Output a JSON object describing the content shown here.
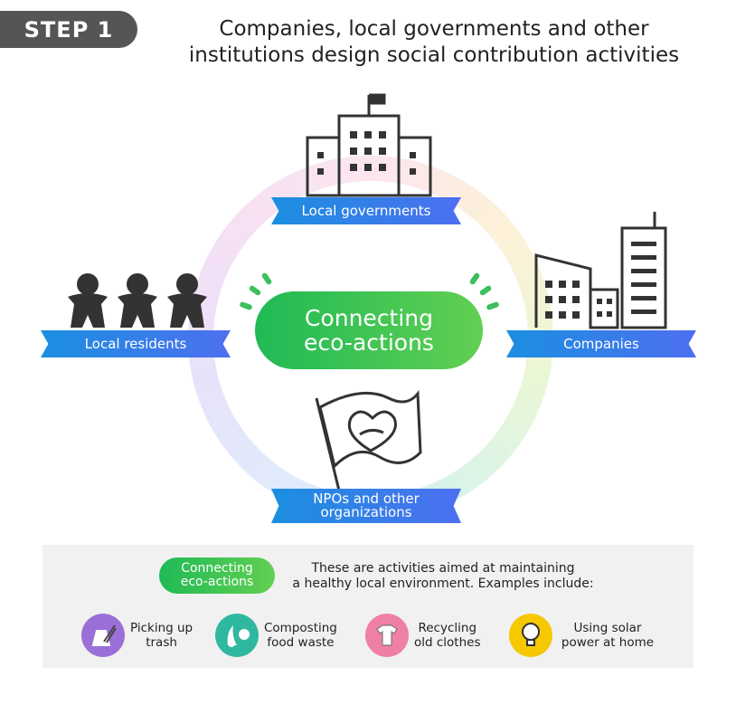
{
  "step_label": "STEP 1",
  "title_line1": "Companies, local governments and other",
  "title_line2": "institutions design social contribution activities",
  "center_line1": "Connecting",
  "center_line2": "eco-actions",
  "nodes": {
    "governments": "Local governments",
    "residents": "Local residents",
    "companies": "Companies",
    "npos_line1": "NPOs and other",
    "npos_line2": "organizations"
  },
  "panel": {
    "pill_line1": "Connecting",
    "pill_line2": "eco-actions",
    "desc_line1": "These are activities aimed at maintaining",
    "desc_line2": "a healthy local environment. Examples include:",
    "examples": [
      {
        "l1": "Picking up",
        "l2": "trash",
        "color": "#9b6fd8"
      },
      {
        "l1": "Composting",
        "l2": "food waste",
        "color": "#2fb8a0"
      },
      {
        "l1": "Recycling",
        "l2": "old clothes",
        "color": "#f07fa8"
      },
      {
        "l1": "Using solar",
        "l2": "power at home",
        "color": "#f5c800"
      }
    ]
  }
}
